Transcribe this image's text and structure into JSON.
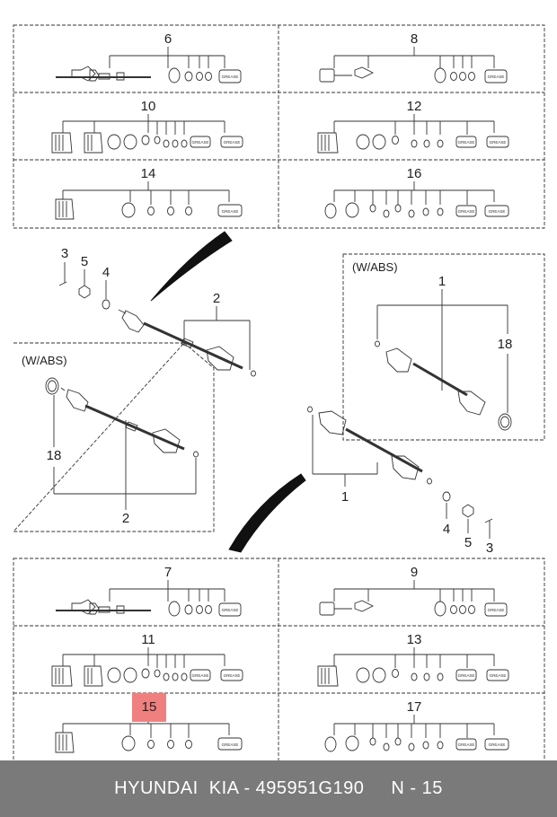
{
  "panels_top": [
    {
      "id": "p6",
      "label": "6"
    },
    {
      "id": "p8",
      "label": "8"
    },
    {
      "id": "p10",
      "label": "10"
    },
    {
      "id": "p12",
      "label": "12"
    },
    {
      "id": "p14",
      "label": "14"
    },
    {
      "id": "p16",
      "label": "16"
    }
  ],
  "panels_bottom": [
    {
      "id": "p7",
      "label": "7"
    },
    {
      "id": "p9",
      "label": "9"
    },
    {
      "id": "p11",
      "label": "11"
    },
    {
      "id": "p13",
      "label": "13"
    },
    {
      "id": "p15",
      "label": "15",
      "highlight": true
    },
    {
      "id": "p17",
      "label": "17"
    }
  ],
  "middle_callouts": {
    "left_shaft": {
      "bolt": "3",
      "nut": "5",
      "washer": "4",
      "shaft": "2"
    },
    "left_abs": {
      "title": "(W/ABS)",
      "ring": "18",
      "shaft": "2"
    },
    "right_abs": {
      "title": "(W/ABS)",
      "shaft": "1",
      "ring": "18"
    },
    "right_shaft": {
      "shaft": "1",
      "washer": "4",
      "nut": "5",
      "bolt": "3"
    }
  },
  "grease_label": "GREASE",
  "footer": {
    "brand": "HYUNDAI  KIA - 495951G190",
    "page": "N - 15"
  },
  "colors": {
    "highlight": "#f08080",
    "footer_bg": "#7a7a7a",
    "line": "#333333"
  }
}
